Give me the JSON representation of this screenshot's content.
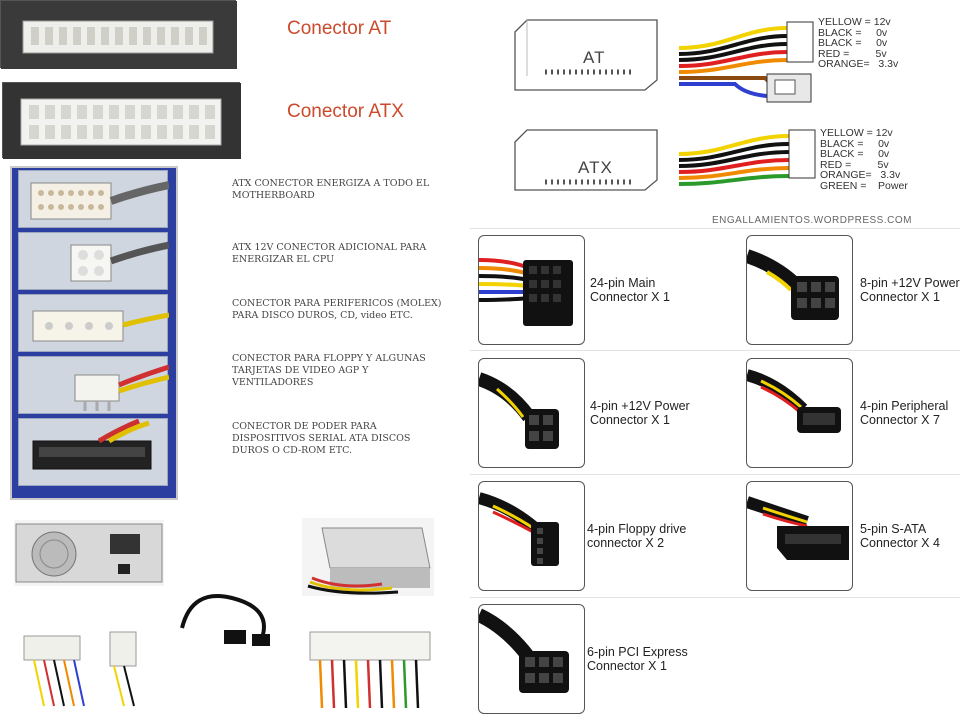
{
  "connectors_top": {
    "at_label": "Conector AT",
    "atx_label": "Conector ATX"
  },
  "descriptions": [
    "ATX CONECTOR ENERGIZA A TODO EL MOTHERBOARD",
    "ATX 12V CONECTOR ADICIONAL PARA ENERGIZAR EL CPU",
    "CONECTOR PARA PERIFERICOS (MOLEX) PARA DISCO DUROS, CD, video ETC.",
    "CONECTOR PARA FLOPPY Y ALGUNAS TARJETAS DE VIDEO AGP Y VENTILADORES",
    "CONECTOR DE PODER PARA DISPOSITIVOS SERIAL ATA DISCOS DUROS O CD-ROM ETC."
  ],
  "diagram_at": {
    "box_label": "AT",
    "voltages": "YELLOW = 12v\nBLACK =     0v\nBLACK =     0v\nRED =         5v\nORANGE=   3.3v"
  },
  "diagram_atx": {
    "box_label": "ATX",
    "voltages": "YELLOW = 12v\nBLACK =     0v\nBLACK =     0v\nRED =         5v\nORANGE=   3.3v\nGREEN =    Power"
  },
  "watermark": "ENGALLAMIENTOS.WORDPRESS.COM",
  "cards": [
    {
      "line1": "24-pin Main",
      "line2": "Connector X 1"
    },
    {
      "line1": "8-pin +12V Power",
      "line2": "Connector X 1"
    },
    {
      "line1": "4-pin +12V Power",
      "line2": "Connector X 1"
    },
    {
      "line1": "4-pin Peripheral",
      "line2": "Connector X 7"
    },
    {
      "line1": " 4-pin Floppy drive",
      "line2": "connector X 2"
    },
    {
      "line1": "5-pin S-ATA",
      "line2": "Connector X 4"
    },
    {
      "line1": " 6-pin PCI Express",
      "line2": "Connector X 1"
    }
  ],
  "wire_colors": {
    "yellow": "#f2d300",
    "black": "#111111",
    "red": "#e02020",
    "orange": "#f08a00",
    "green": "#2a9a2a",
    "blue": "#2f3fd0",
    "brown": "#8a4a10"
  }
}
